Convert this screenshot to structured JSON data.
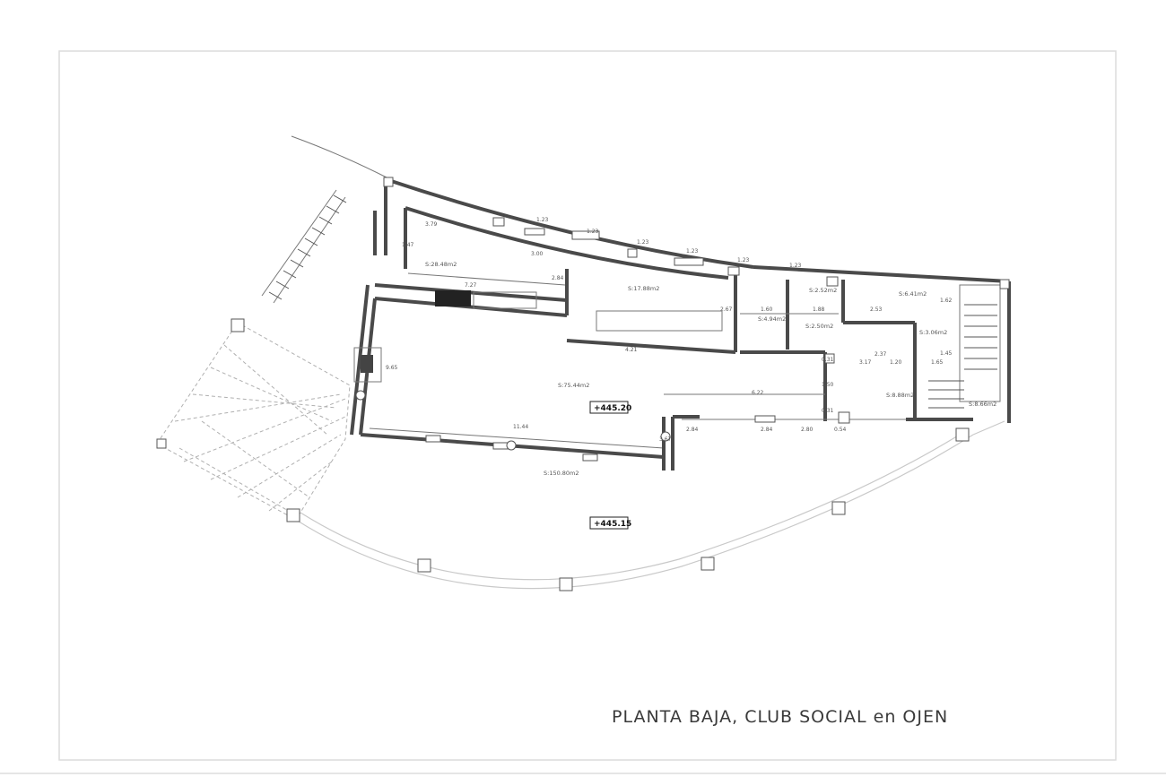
{
  "sheet": {
    "title": "PLANTA BAJA, CLUB SOCIAL en OJEN"
  },
  "levels": [
    "+445.20",
    "+445.15"
  ],
  "room_areas": [
    "S:28.48m2",
    "S:17.88m2",
    "S:2.52m2",
    "S:6.41m2",
    "S:4.94m2",
    "S:2.50m2",
    "S:3.06m2",
    "S:75.44m2",
    "S:8.88m2",
    "S:8.66m2",
    "S:150.80m2"
  ],
  "dimensions": [
    "3.79",
    "1.47",
    "3.00",
    "2.84",
    "7.27",
    "1.23",
    "1.23",
    "1.23",
    "1.23",
    "1.23",
    "1.23",
    "2.67",
    "1.60",
    "1.88",
    "2.53",
    "1.62",
    "2.37",
    "0.31",
    "3.17",
    "1.20",
    "1.45",
    "1.65",
    "1.50",
    "0.31",
    "9.65",
    "6.22",
    "11.44",
    "3.67",
    "2.84",
    "2.84",
    "2.80",
    "0.54",
    "4.21"
  ],
  "colors": {
    "wall": "#4a4a4a",
    "ink": "#3a3a3a",
    "frame": "#dcdcdc"
  }
}
